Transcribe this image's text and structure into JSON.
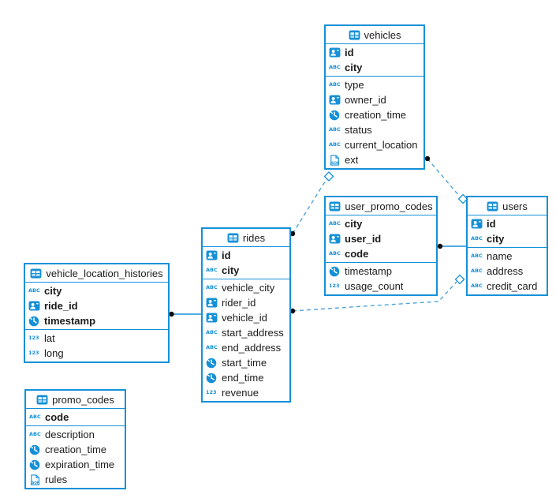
{
  "colors": {
    "accent": "#1590d8",
    "dashed_line": "#4fa3d9",
    "text": "#1b1b1b",
    "dot": "#0d0d0d"
  },
  "icon_labels": {
    "abc": "ABC",
    "num": "123",
    "json": "JSON"
  },
  "tables": [
    {
      "name": "vehicles",
      "title": "vehicles",
      "primary": [
        {
          "icon": "user-card",
          "label": "id"
        },
        {
          "icon": "abc",
          "label": "city"
        }
      ],
      "columns": [
        {
          "icon": "abc",
          "label": "type"
        },
        {
          "icon": "user-card",
          "label": "owner_id"
        },
        {
          "icon": "clock",
          "label": "creation_time"
        },
        {
          "icon": "abc",
          "label": "status"
        },
        {
          "icon": "abc",
          "label": "current_location"
        },
        {
          "icon": "json",
          "label": "ext"
        }
      ]
    },
    {
      "name": "user_promo_codes",
      "title": "user_promo_codes",
      "primary": [
        {
          "icon": "abc",
          "label": "city"
        },
        {
          "icon": "user-card",
          "label": "user_id"
        },
        {
          "icon": "abc",
          "label": "code"
        }
      ],
      "columns": [
        {
          "icon": "clock",
          "label": "timestamp"
        },
        {
          "icon": "num",
          "label": "usage_count"
        }
      ]
    },
    {
      "name": "users",
      "title": "users",
      "primary": [
        {
          "icon": "user-card",
          "label": "id"
        },
        {
          "icon": "abc",
          "label": "city"
        }
      ],
      "columns": [
        {
          "icon": "abc",
          "label": "name"
        },
        {
          "icon": "abc",
          "label": "address"
        },
        {
          "icon": "abc",
          "label": "credit_card"
        }
      ]
    },
    {
      "name": "rides",
      "title": "rides",
      "primary": [
        {
          "icon": "user-card",
          "label": "id"
        },
        {
          "icon": "abc",
          "label": "city"
        }
      ],
      "columns": [
        {
          "icon": "abc",
          "label": "vehicle_city"
        },
        {
          "icon": "user-card",
          "label": "rider_id"
        },
        {
          "icon": "user-card",
          "label": "vehicle_id"
        },
        {
          "icon": "abc",
          "label": "start_address"
        },
        {
          "icon": "abc",
          "label": "end_address"
        },
        {
          "icon": "clock",
          "label": "start_time"
        },
        {
          "icon": "clock",
          "label": "end_time"
        },
        {
          "icon": "num",
          "label": "revenue"
        }
      ]
    },
    {
      "name": "vehicle_location_histories",
      "title": "vehicle_location_histories",
      "primary": [
        {
          "icon": "abc",
          "label": "city"
        },
        {
          "icon": "user-card",
          "label": "ride_id"
        },
        {
          "icon": "clock",
          "label": "timestamp"
        }
      ],
      "columns": [
        {
          "icon": "num",
          "label": "lat"
        },
        {
          "icon": "num",
          "label": "long"
        }
      ]
    },
    {
      "name": "promo_codes",
      "title": "promo_codes",
      "primary": [
        {
          "icon": "abc",
          "label": "code"
        }
      ],
      "columns": [
        {
          "icon": "abc",
          "label": "description"
        },
        {
          "icon": "clock",
          "label": "creation_time"
        },
        {
          "icon": "clock",
          "label": "expiration_time"
        },
        {
          "icon": "json",
          "label": "rules"
        }
      ]
    }
  ],
  "relations": [
    {
      "from": "vehicle_location_histories",
      "to": "rides",
      "line": "solid",
      "from_marker": "dot",
      "to_marker": "none"
    },
    {
      "from": "user_promo_codes",
      "to": "users",
      "line": "solid",
      "from_marker": "dot",
      "to_marker": "none"
    },
    {
      "from": "rides",
      "to": "vehicles",
      "line": "dashed",
      "from_marker": "dot",
      "to_marker": "diamond"
    },
    {
      "from": "vehicles",
      "to": "users",
      "line": "dashed",
      "from_marker": "dot",
      "to_marker": "diamond"
    },
    {
      "from": "rides",
      "to": "users",
      "line": "dashed",
      "from_marker": "dot",
      "to_marker": "diamond"
    }
  ]
}
